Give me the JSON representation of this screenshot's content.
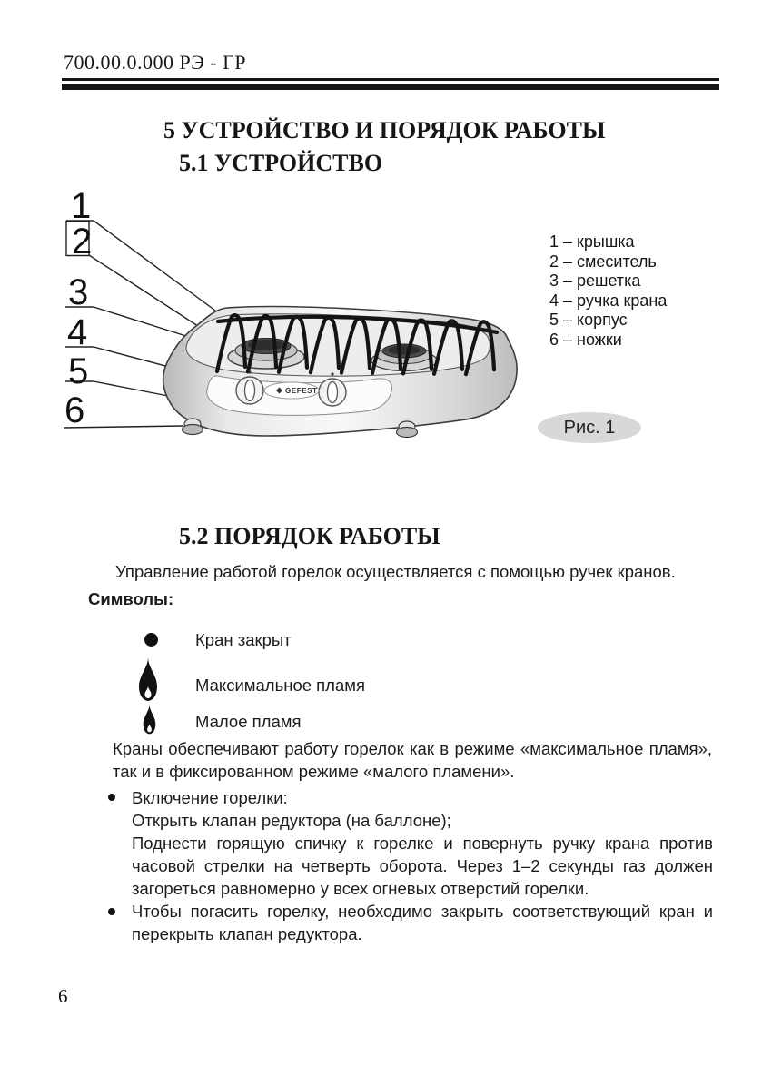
{
  "header": {
    "doc_code": "700.00.0.000 РЭ - ГР"
  },
  "sections": {
    "s5_title": "5 УСТРОЙСТВО И ПОРЯДОК РАБОТЫ",
    "s51_title": "5.1 УСТРОЙСТВО",
    "s52_title": "5.2 ПОРЯДОК РАБОТЫ"
  },
  "figure": {
    "callouts": [
      "1",
      "2",
      "3",
      "4",
      "5",
      "6"
    ],
    "legend": [
      "1 – крышка",
      "2 – смеситель",
      "3 – решетка",
      "4 – ручка крана",
      "5 – корпус",
      "6 – ножки"
    ],
    "caption": "Рис. 1",
    "logo": "GEFEST"
  },
  "body": {
    "intro": "Управление работой горелок осуществляется с помощью ручек кранов.",
    "symbols_title": "Символы:",
    "symbols": [
      {
        "icon": "closed-valve-icon",
        "label": "Кран закрыт"
      },
      {
        "icon": "max-flame-icon",
        "label": "Максимальное пламя"
      },
      {
        "icon": "small-flame-icon",
        "label": "Малое пламя"
      }
    ],
    "modes": "Краны обеспечивают работу горелок как в режиме «максимальное пламя», так и в фиксированном режиме «малого пламени».",
    "bullet1": {
      "line1": "Включение горелки:",
      "line2": "Открыть клапан редуктора (на баллоне);",
      "line3": "Поднести горящую спичку к горелке и повернуть ручку крана против часовой стрелки на четверть оборота. Через 1–2 секунды газ должен загореться равномерно у всех огневых отверстий горелки."
    },
    "bullet2": "Чтобы погасить горелку, необходимо закрыть соответствующий кран и перекрыть клапан редуктора."
  },
  "footer": {
    "page_number": "6"
  }
}
